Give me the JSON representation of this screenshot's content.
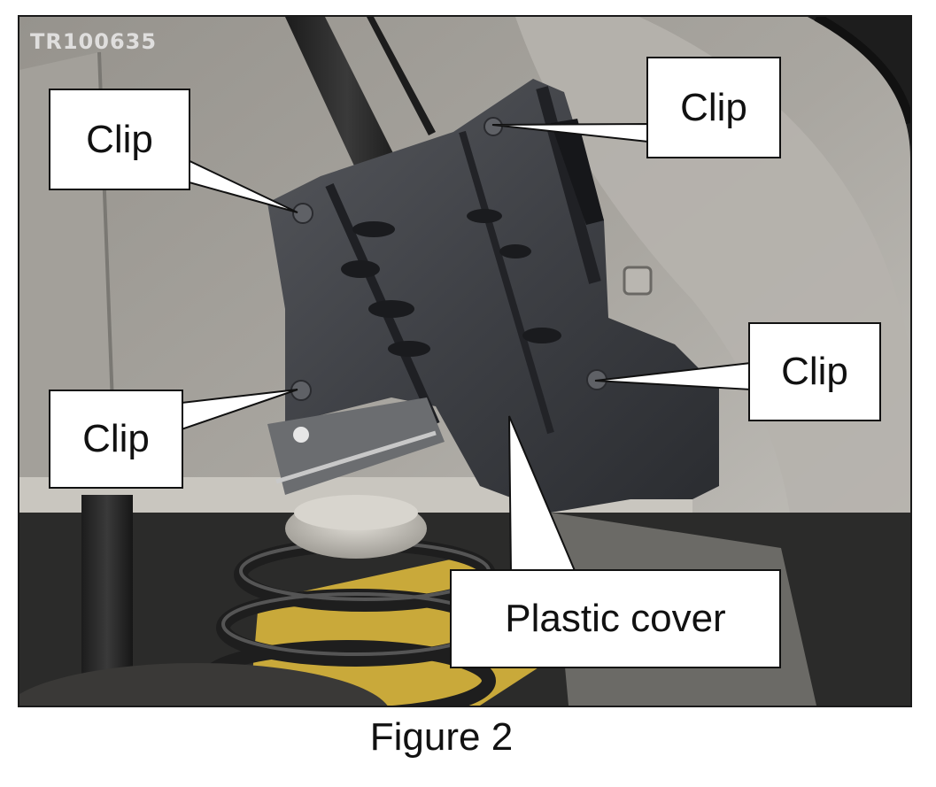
{
  "watermark": "TR100635",
  "labels": {
    "clip_top_left": "Clip",
    "clip_top_right": "Clip",
    "clip_mid_right": "Clip",
    "clip_bottom_left": "Clip",
    "plastic_cover": "Plastic cover"
  },
  "caption": "Figure 2"
}
